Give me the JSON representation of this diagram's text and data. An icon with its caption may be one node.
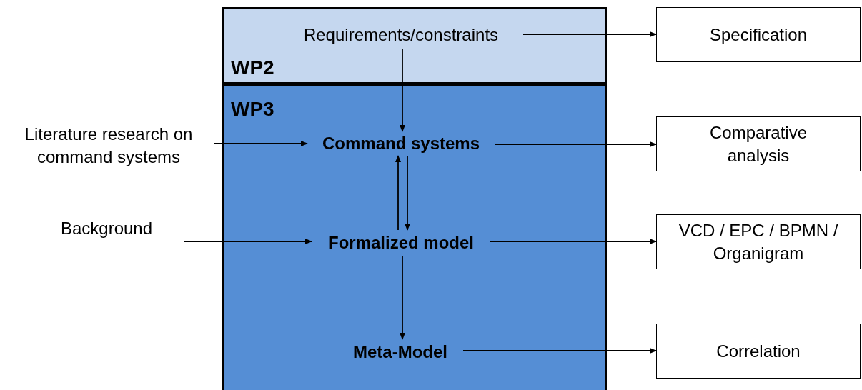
{
  "diagram": {
    "nodes": [
      {
        "text": [
          "WP2"
        ]
      },
      {
        "text": [
          "Requirements/constraints"
        ],
        "in": 0
      },
      {
        "text": [
          "WP3"
        ]
      },
      {
        "text": [
          "Command systems"
        ],
        "in": 2
      },
      {
        "text": [
          "Formalized model"
        ],
        "in": 2
      },
      {
        "text": [
          "Meta-Model"
        ],
        "in": 2
      },
      {
        "text": [
          "Literature research on command systems"
        ]
      },
      {
        "text": [
          "Background"
        ]
      },
      {
        "text": [
          "Specification"
        ]
      },
      {
        "text": [
          "Comparative analysis"
        ]
      },
      {
        "text": [
          "VCD / EPC / BPMN / Organigram"
        ]
      },
      {
        "text": [
          "Correlation"
        ]
      }
    ],
    "edges": [
      {
        "from": 1,
        "to": 8,
        "arrow": "to"
      },
      {
        "from": 1,
        "to": 3,
        "arrow": "to"
      },
      {
        "from": 6,
        "to": 3,
        "arrow": "to"
      },
      {
        "from": 3,
        "to": 9,
        "arrow": "to"
      },
      {
        "from": 4,
        "to": 3,
        "arrow": "to"
      },
      {
        "from": 3,
        "to": 4,
        "arrow": "to"
      },
      {
        "from": 7,
        "to": 4,
        "arrow": "to"
      },
      {
        "from": 4,
        "to": 10,
        "arrow": "to"
      },
      {
        "from": 4,
        "to": 5,
        "arrow": "to"
      },
      {
        "from": 5,
        "to": 11,
        "arrow": "to"
      }
    ]
  }
}
